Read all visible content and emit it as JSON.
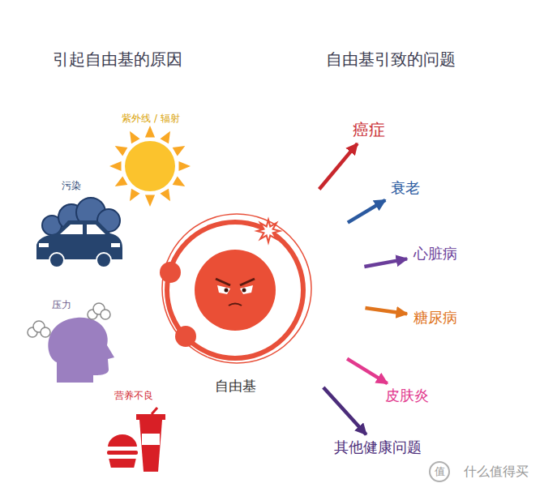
{
  "diagram": {
    "nodes": [
      {
        "text": [
          "自由基"
        ]
      },
      {
        "text": [
          "癌症"
        ]
      },
      {
        "text": [
          "衰老"
        ]
      },
      {
        "text": [
          "心脏病"
        ]
      },
      {
        "text": [
          "糖尿病"
        ]
      },
      {
        "text": [
          "皮肤炎"
        ]
      },
      {
        "text": [
          "其他健康问题"
        ]
      }
    ],
    "edges": [
      {
        "from": 0,
        "to": 1,
        "arrow": "to"
      },
      {
        "from": 0,
        "to": 2,
        "arrow": "to"
      },
      {
        "from": 0,
        "to": 3,
        "arrow": "to"
      },
      {
        "from": 0,
        "to": 4,
        "arrow": "to"
      },
      {
        "from": 0,
        "to": 5,
        "arrow": "to"
      },
      {
        "from": 0,
        "to": 6,
        "arrow": "to"
      }
    ],
    "labels": [
      "引起自由基的原因",
      "自由基引致的问题",
      "紫外线 / 辐射",
      "污染",
      "压力",
      "营养不良",
      "值",
      "什么值得买"
    ]
  }
}
